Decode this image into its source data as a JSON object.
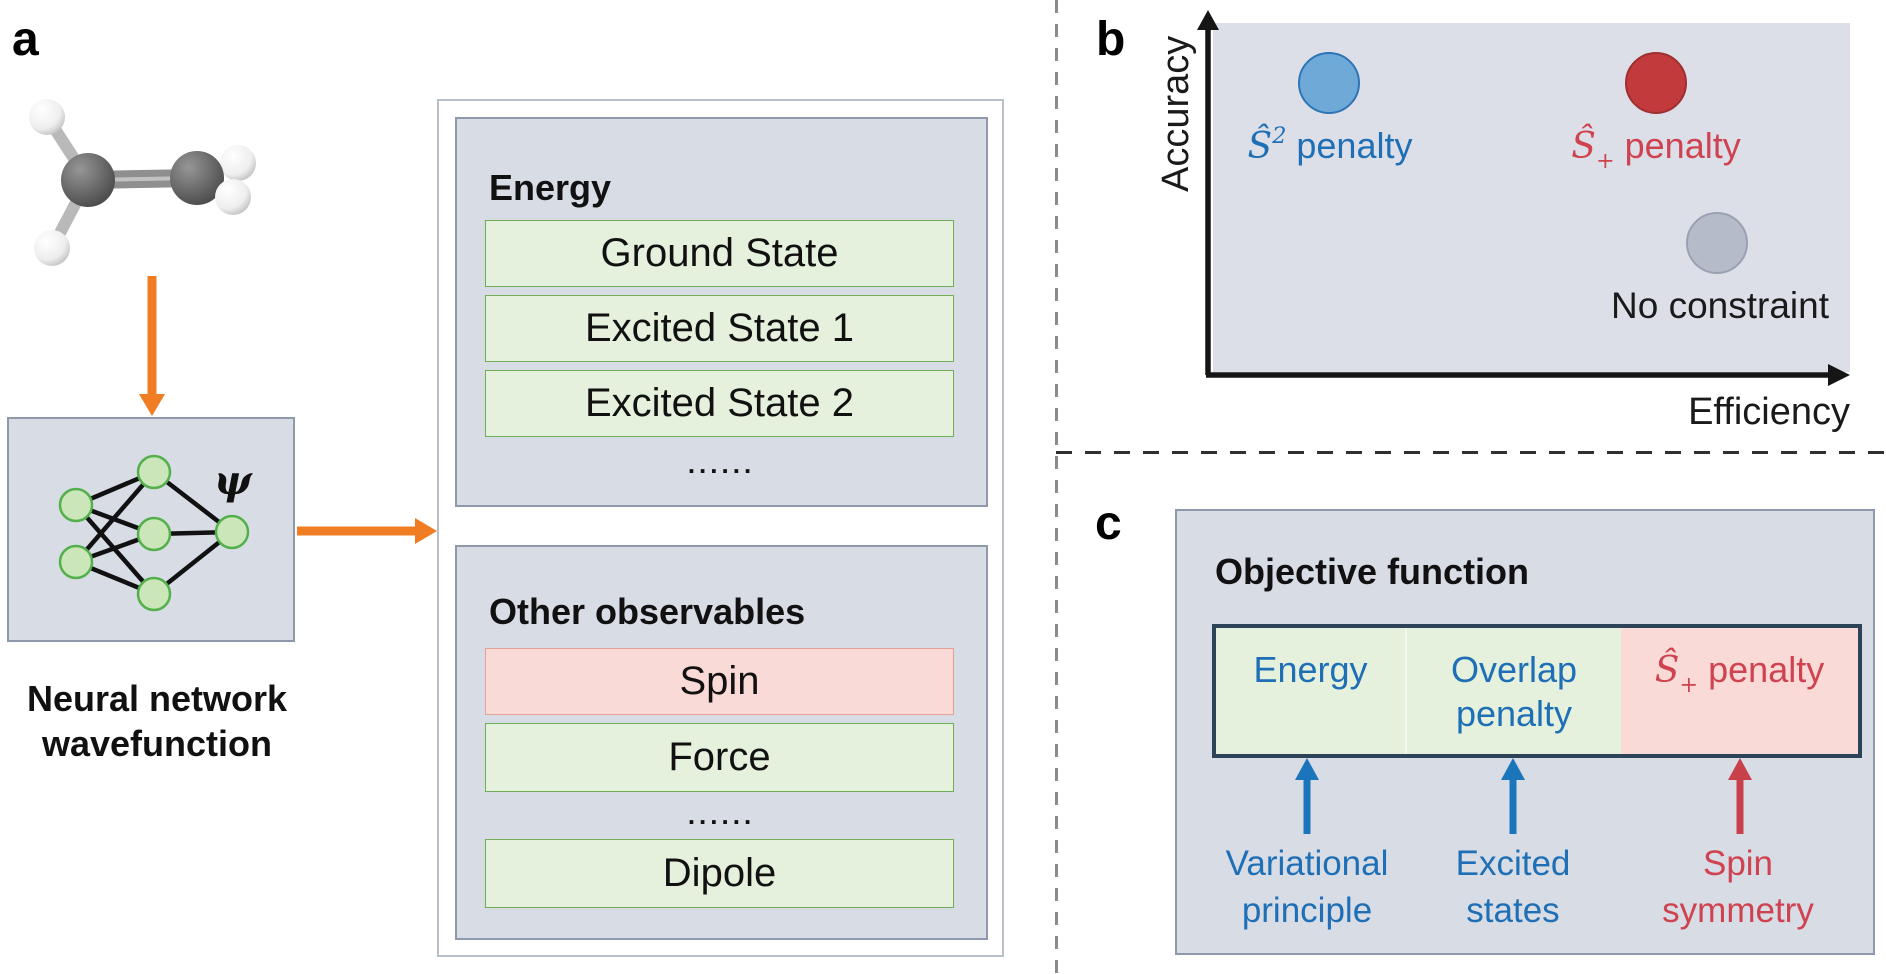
{
  "colors": {
    "panel_bg": "#d8dce5",
    "panel_border": "#8e99ac",
    "outer_box_border": "#b9bfca",
    "green_row_bg": "#e5f0dd",
    "green_row_border": "#6fae58",
    "pink_row_bg": "#fadad6",
    "pink_row_border": "#e7a096",
    "orange_arrow": "#f07d24",
    "navy_box_border": "#2d4458",
    "blue_accent": "#1e6fb5",
    "red_accent": "#cf4350",
    "blue_circle": "#6ea9d8",
    "red_circle": "#c23a3c",
    "gray_circle": "#b5bbc9",
    "node_fill": "#cbe6b8",
    "node_border": "#54b04c"
  },
  "panel_a": {
    "label": "a",
    "psi": "ψ",
    "caption_line1": "Neural network",
    "caption_line2": "wavefunction",
    "energy": {
      "title": "Energy",
      "rows": [
        "Ground State",
        "Excited State 1",
        "Excited State 2"
      ],
      "dots": "......"
    },
    "observables": {
      "title": "Other observables",
      "row_spin": "Spin",
      "row_force": "Force",
      "dots": "......",
      "row_dipole": "Dipole"
    }
  },
  "panel_b": {
    "label": "b",
    "y_axis": "Accuracy",
    "x_axis": "Efficiency",
    "point_s2": {
      "hat": "Ŝ",
      "sup": "2",
      "rest": " penalty"
    },
    "point_sp": {
      "hat": "Ŝ",
      "sub": "+",
      "rest": " penalty"
    },
    "point_none": {
      "label": "No constraint"
    }
  },
  "panel_c": {
    "label": "c",
    "title": "Objective function",
    "seg_energy": "Energy",
    "seg_overlap_line1": "Overlap",
    "seg_overlap_line2": "penalty",
    "seg_sp": {
      "hat": "Ŝ",
      "sub": "+",
      "rest": " penalty"
    },
    "arrow_labels": {
      "variational_line1": "Variational",
      "variational_line2": "principle",
      "excited_line1": "Excited",
      "excited_line2": "states",
      "spin_line1": "Spin",
      "spin_line2": "symmetry"
    }
  }
}
